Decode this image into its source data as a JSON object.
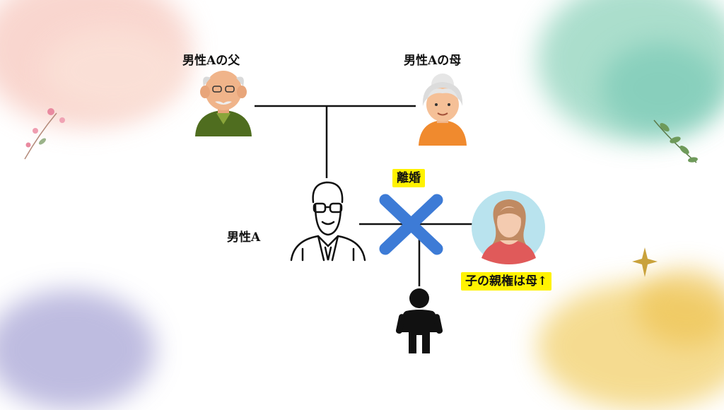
{
  "labels": {
    "father": "男性Aの父",
    "mother": "男性Aの母",
    "man": "男性A",
    "divorce": "離婚",
    "custody": "子の親権は母↑"
  },
  "colors": {
    "line": "#111111",
    "cross": "#3d7bd6",
    "highlight": "#fff200",
    "wife_circle": "#b9e3ee"
  },
  "icons": {
    "father": "elderly-man-icon",
    "mother": "elderly-woman-icon",
    "man": "man-with-glasses-icon",
    "wife": "woman-avatar-icon",
    "child": "child-icon",
    "divorce_mark": "x-mark-icon"
  }
}
